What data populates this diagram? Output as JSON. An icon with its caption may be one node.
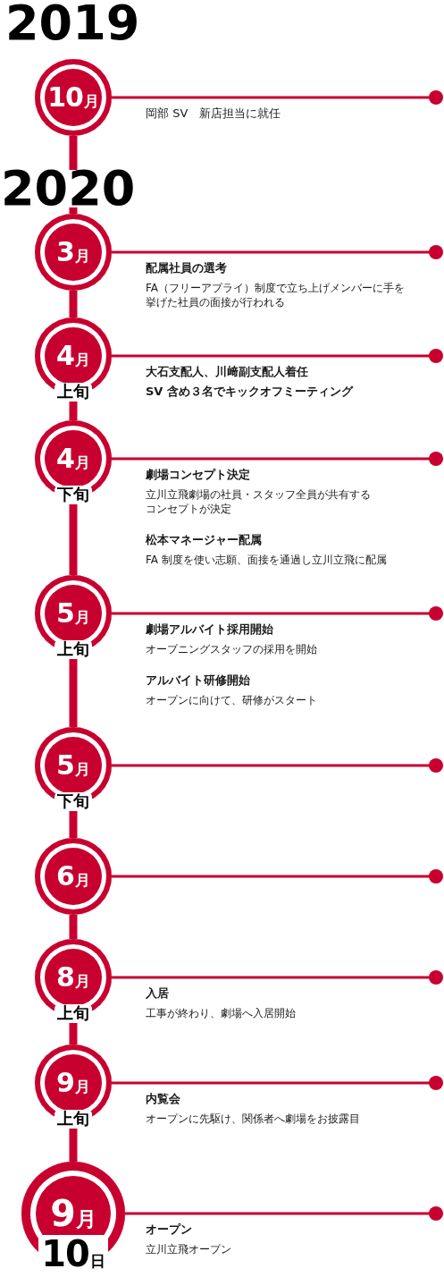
{
  "diagram": {
    "nodes": [
      {
        "text": [
          "10月"
        ],
        "beside": [
          "岡部 SV　新店担当に就任"
        ]
      },
      {
        "text": [
          "2020"
        ]
      },
      {
        "text": [
          "3月"
        ],
        "beside": [
          "配属社員の選考",
          "FA（フリーアプライ）制度で立ち上げメンバーに手を挙げた社員の面接が行われる"
        ]
      },
      {
        "text": [
          "4月",
          "上旬"
        ],
        "beside": [
          "大石支配人、川﨑副支配人着任",
          "SV 含め３名でキックオフミーティング"
        ]
      },
      {
        "text": [
          "4月",
          "下旬"
        ],
        "beside": [
          "劇場コンセプト決定",
          "立川立飛劇場の社員・スタッフ全員が共有するコンセプトが決定",
          "松本マネージャー配属",
          "FA 制度を使い志願、面接を通過し立川立飛に配属"
        ]
      },
      {
        "text": [
          "5月",
          "上旬"
        ],
        "beside": [
          "劇場アルバイト採用開始",
          "オープニングスタッフの採用を開始",
          "アルバイト研修開始",
          "オープンに向けて、研修がスタート"
        ]
      },
      {
        "text": [
          "5月",
          "下旬"
        ]
      },
      {
        "text": [
          "6月"
        ]
      },
      {
        "text": [
          "8月",
          "上旬"
        ],
        "beside": [
          "入居",
          "工事が終わり、劇場へ入居開始"
        ]
      },
      {
        "text": [
          "9月",
          "上旬"
        ],
        "beside": [
          "内覧会",
          "オープンに先駆け、関係者へ劇場をお披露目"
        ]
      },
      {
        "text": [
          "9月",
          "10日"
        ],
        "beside": [
          "オープン",
          "立川立飛オープン"
        ]
      }
    ],
    "edges": [
      {
        "from": 0,
        "to": 1,
        "arrow": "none",
        "style": "thick"
      },
      {
        "from": 1,
        "to": 2,
        "arrow": "none",
        "style": "thick"
      },
      {
        "from": 2,
        "to": 3,
        "arrow": "none",
        "style": "thick"
      },
      {
        "from": 3,
        "to": 4,
        "arrow": "none",
        "style": "thick"
      },
      {
        "from": 4,
        "to": 5,
        "arrow": "none",
        "style": "thick"
      },
      {
        "from": 5,
        "to": 6,
        "arrow": "none",
        "style": "thick"
      },
      {
        "from": 6,
        "to": 7,
        "arrow": "none",
        "style": "thick"
      },
      {
        "from": 7,
        "to": 8,
        "arrow": "none",
        "style": "thick"
      },
      {
        "from": 8,
        "to": 9,
        "arrow": "none",
        "style": "thick"
      },
      {
        "from": 9,
        "to": 10,
        "arrow": "none",
        "style": "thick"
      },
      {
        "from": 0,
        "to": null,
        "arrow": "other"
      },
      {
        "from": 2,
        "to": null,
        "arrow": "other"
      },
      {
        "from": 3,
        "to": null,
        "arrow": "other"
      },
      {
        "from": 4,
        "to": null,
        "arrow": "other"
      },
      {
        "from": 5,
        "to": null,
        "arrow": "other"
      },
      {
        "from": 6,
        "to": null,
        "arrow": "other"
      },
      {
        "from": 7,
        "to": null,
        "arrow": "other"
      },
      {
        "from": 8,
        "to": null,
        "arrow": "other"
      },
      {
        "from": 9,
        "to": null,
        "arrow": "other"
      },
      {
        "from": 10,
        "to": null,
        "arrow": "other"
      }
    ],
    "labels": [
      "2019"
    ]
  }
}
